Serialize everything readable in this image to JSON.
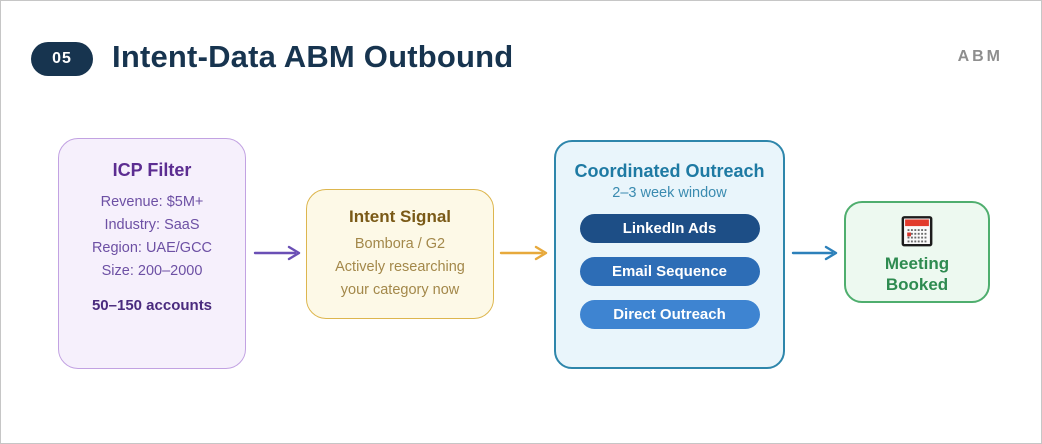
{
  "header": {
    "badge": "05",
    "title": "Intent-Data ABM Outbound",
    "corner_label": "ABM"
  },
  "flow": {
    "icp_filter": {
      "title": "ICP Filter",
      "lines": [
        "Revenue: $5M+",
        "Industry: SaaS",
        "Region: UAE/GCC",
        "Size: 200–2000"
      ],
      "highlight": "50–150 accounts"
    },
    "intent_signal": {
      "title": "Intent Signal",
      "lines": [
        "Bombora / G2",
        "Actively researching",
        "your category now"
      ]
    },
    "coordinated_outreach": {
      "title": "Coordinated Outreach",
      "subtitle": "2–3 week window",
      "channels": [
        "LinkedIn Ads",
        "Email Sequence",
        "Direct Outreach"
      ]
    },
    "meeting_booked": {
      "icon": "calendar-icon",
      "label": "Meeting Booked"
    }
  },
  "colors": {
    "header_navy": "#17344f",
    "corner_gray": "#8e8e8e",
    "icp_bg": "#f6f0fc",
    "icp_border": "#c2a2e2",
    "icp_title": "#5c2d91",
    "icp_text": "#6d50a4",
    "icp_highlight": "#4a2b7e",
    "intent_bg": "#fdf9e7",
    "intent_border": "#ddb64e",
    "intent_title": "#7a5a17",
    "intent_text": "#a3884a",
    "outreach_bg": "#e9f5fb",
    "outreach_border": "#2e86ab",
    "outreach_title": "#1e7aa3",
    "channel_colors": [
      "#1d4e86",
      "#2d6db6",
      "#3e84d1"
    ],
    "meeting_bg": "#edf9f0",
    "meeting_border": "#4fae6e",
    "meeting_text": "#2e8b50",
    "arrow_purple": "#6a4fb5",
    "arrow_gold": "#e7a93c",
    "arrow_blue": "#2c80ba"
  }
}
